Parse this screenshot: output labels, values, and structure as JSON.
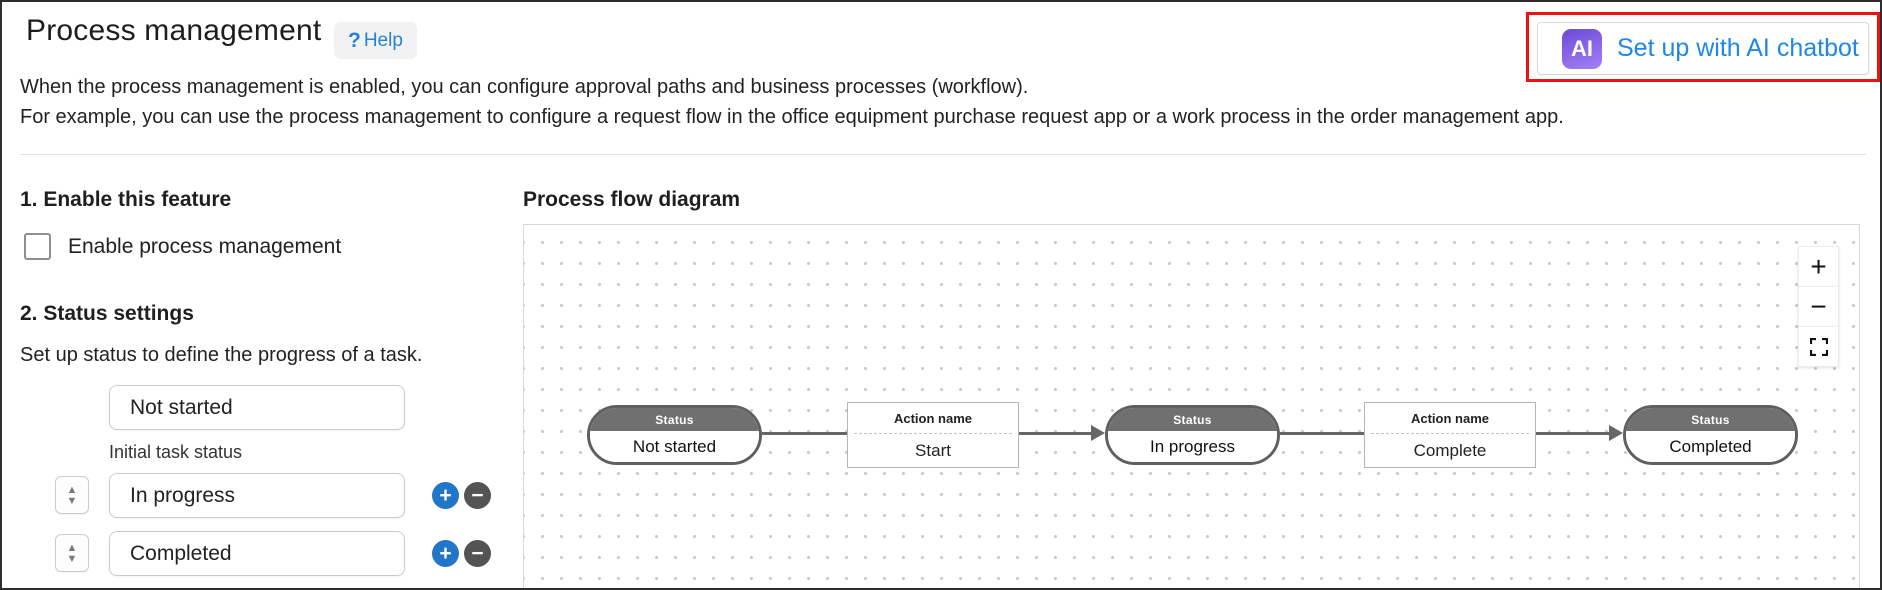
{
  "page": {
    "title": "Process management",
    "description_line1": "When the process management is enabled, you can configure approval paths and business processes (workflow).",
    "description_line2": "For example, you can use the process management to configure a request flow in the office equipment purchase request app or a work process in the order management app."
  },
  "help": {
    "icon": "?",
    "label": "Help"
  },
  "ai_button": {
    "icon_text": "AI",
    "label": "Set up with AI chatbot",
    "text_color": "#1e88e5",
    "icon_gradient_start": "#7150d8",
    "icon_gradient_end": "#9e7bf2",
    "highlight_color": "#ee1111"
  },
  "enable_section": {
    "heading": "1. Enable this feature",
    "checkbox_label": "Enable process management",
    "checkbox_checked": false
  },
  "status_section": {
    "heading": "2. Status settings",
    "subtitle": "Set up status to define the progress of a task.",
    "initial_status": {
      "value": "Not started",
      "caption": "Initial task status"
    },
    "statuses": [
      {
        "value": "In progress"
      },
      {
        "value": "Completed"
      }
    ],
    "add_color": "#2176c7",
    "remove_color": "#545454"
  },
  "diagram": {
    "heading": "Process flow diagram",
    "nodes": [
      {
        "type": "status",
        "header": "Status",
        "label": "Not started"
      },
      {
        "type": "action",
        "header": "Action name",
        "label": "Start"
      },
      {
        "type": "status",
        "header": "Status",
        "label": "In progress"
      },
      {
        "type": "action",
        "header": "Action name",
        "label": "Complete"
      },
      {
        "type": "status",
        "header": "Status",
        "label": "Completed"
      }
    ],
    "node_gray": "#707070",
    "edge_color": "#666666"
  },
  "icons": {
    "add": "+",
    "remove": "−",
    "reorder_up": "▲",
    "reorder_down": "▼",
    "zoom_in": "+",
    "zoom_out": "−"
  }
}
